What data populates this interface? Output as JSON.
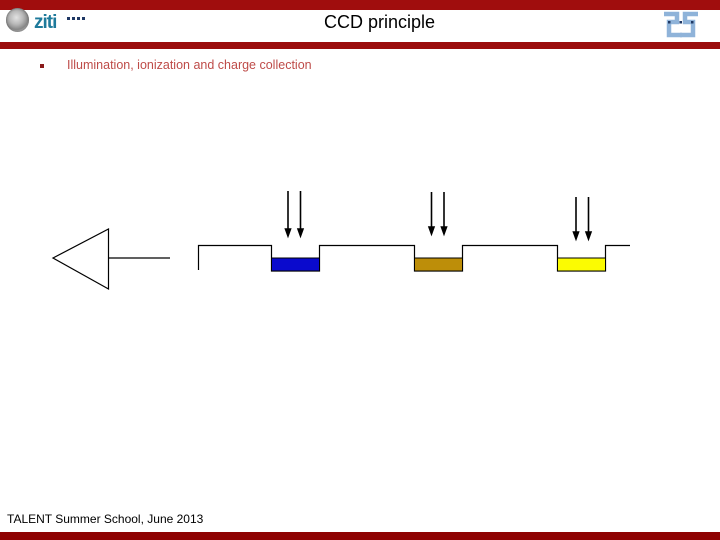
{
  "slide": {
    "title": "CCD principle",
    "footer": "TALENT Summer School, June 2013",
    "accent_bar_color": "#A00D0D",
    "header_rule_color": "#9B0C0C",
    "bottom_bar_color": "#8E0202"
  },
  "header": {
    "ziti_logo_text": "ziti",
    "ziti_logo_color": "#1E7A9B",
    "seal_logo_name": "university-seal-icon",
    "institute_logo_name": "institute-emblem-icon",
    "institute_logo_color": "#8FB3D9"
  },
  "content": {
    "bullet_text": "Illumination, ionization and charge collection",
    "bullet_text_color": "#BE4B48",
    "bullet_marker_color": "#8A1A1A"
  },
  "diagram": {
    "line_color": "#000000",
    "amplifier_symbol_name": "amplifier-triangle",
    "wells": [
      {
        "name": "charge-packet-blue",
        "color": "#0A0ACD"
      },
      {
        "name": "charge-packet-gold",
        "color": "#BD8E09"
      },
      {
        "name": "charge-packet-yellow",
        "color": "#FBFB02"
      }
    ],
    "photon_arrow_groups": 3,
    "photon_arrows_per_group": 2
  }
}
